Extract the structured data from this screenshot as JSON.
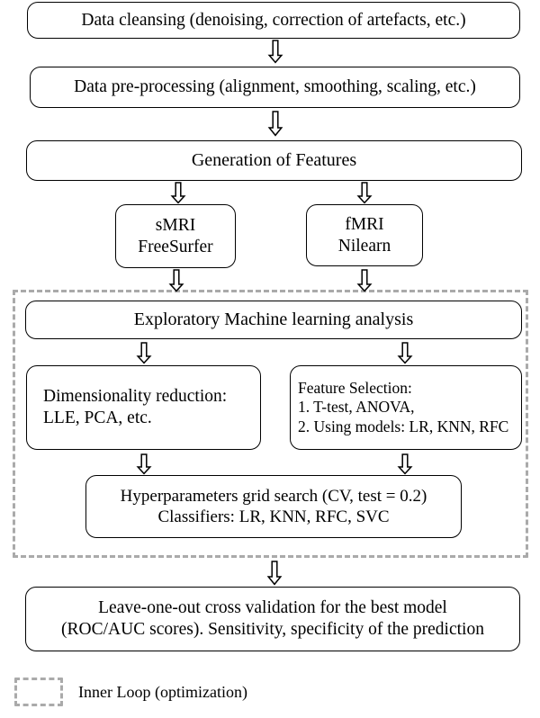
{
  "diagram": {
    "title": "Machine learning analysis pipeline flowchart",
    "colors": {
      "node_border": "#000000",
      "node_fill": "#ffffff",
      "dashed_border": "#aaaaaa",
      "text": "#000000",
      "arrow": "#000000"
    },
    "nodes": [
      {
        "id": "data-cleansing",
        "label": "Data cleansing (denoising, correction of artefacts, etc.)",
        "lines": [
          "Data cleansing (denoising, correction of artefacts, etc.)"
        ]
      },
      {
        "id": "data-preprocessing",
        "label": "Data pre-processing (alignment, smoothing, scaling, etc.)",
        "lines": [
          "Data pre-processing (alignment, smoothing, scaling, etc.)"
        ]
      },
      {
        "id": "generation-of-features",
        "label": "Generation of Features",
        "lines": [
          "Generation of Features"
        ]
      },
      {
        "id": "smri-freesurfer",
        "label": "sMRI FreeSurfer",
        "lines": [
          "sMRI",
          "FreeSurfer"
        ]
      },
      {
        "id": "fmri-nilearn",
        "label": "fMRI Nilearn",
        "lines": [
          "fMRI",
          "Nilearn"
        ]
      },
      {
        "id": "exploratory-ml-analysis",
        "label": "Exploratory Machine learning analysis",
        "lines": [
          "Exploratory Machine learning analysis"
        ]
      },
      {
        "id": "dimensionality-reduction",
        "label": "Dimensionality reduction: LLE, PCA, etc.",
        "lines": [
          "Dimensionality reduction:",
          "LLE, PCA, etc."
        ]
      },
      {
        "id": "feature-selection",
        "label": "Feature Selection: 1. T-test, ANOVA, 2. Using models: LR, KNN, RFC",
        "lines": [
          "Feature Selection:",
          "1. T-test, ANOVA,",
          "2. Using models: LR, KNN, RFC"
        ]
      },
      {
        "id": "hyperparameters-grid-search",
        "label": "Hyperparameters grid search (CV, test = 0.2) Classifiers: LR, KNN, RFC, SVC",
        "lines": [
          "Hyperparameters grid search (CV, test = 0.2)",
          "Classifiers: LR, KNN, RFC, SVC"
        ]
      },
      {
        "id": "leave-one-out-cv",
        "label": "Leave-one-out cross validation for the best model (ROC/AUC scores). Sensitivity, specificity of the prediction",
        "lines": [
          "Leave-one-out cross validation for the best model",
          "(ROC/AUC scores). Sensitivity, specificity of the prediction"
        ]
      }
    ],
    "legend": {
      "swatch_style": "dashed-rectangle",
      "label": "Inner Loop (optimization)"
    },
    "arrows": {
      "glyph": "double-down-arrow",
      "count": 11,
      "direction": "down"
    }
  }
}
